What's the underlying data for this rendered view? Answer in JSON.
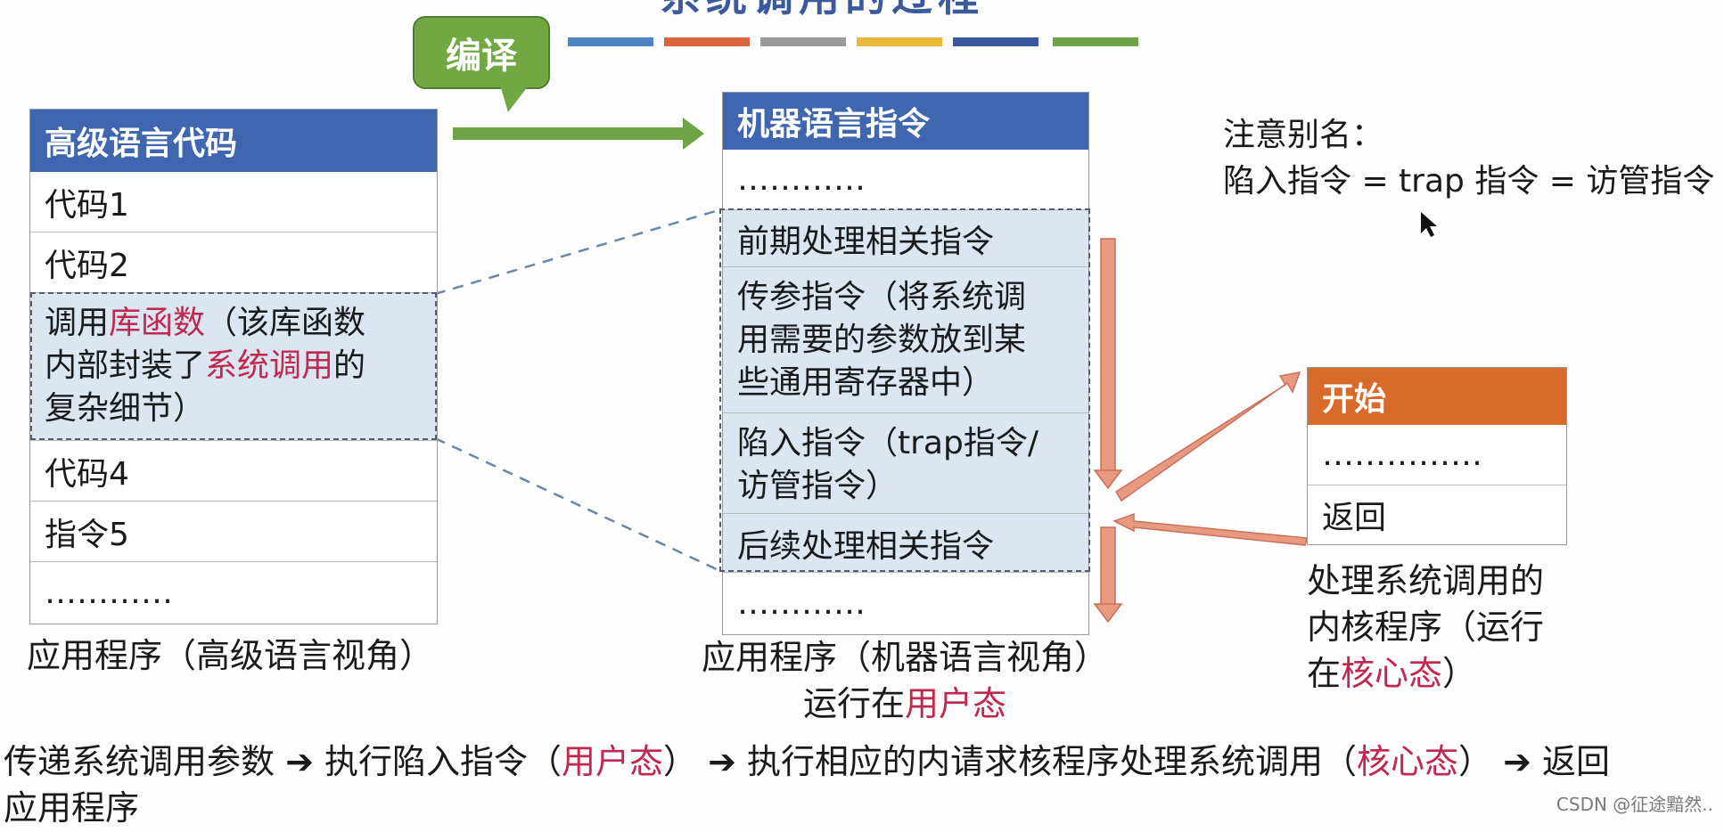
{
  "title_fragment": "系统调用的过程",
  "bubble_label": "编译",
  "colors": {
    "stripes": [
      "#4e86c4",
      "#d8653b",
      "#9a9a9a",
      "#e8b93a",
      "#3958a0",
      "#6ea445"
    ],
    "header_blue": "#3f66ae",
    "header_orange": "#d86a2a",
    "highlight": "#dce6f1",
    "emphasis_red": "#c0284e",
    "arrow_green": "#6ea445",
    "arrow_salmon": "#e79a80"
  },
  "left_table": {
    "header": "高级语言代码",
    "rows": {
      "code1": "代码1",
      "code2": "代码2",
      "call_p1": "调用",
      "call_p2": "库函数",
      "call_p3": "（该库函数",
      "call_p4": "内部封装了",
      "call_p5": "系统调用",
      "call_p6": "的",
      "call_p7": "复杂细节）",
      "code4": "代码4",
      "instr5": "指令5",
      "dots": "…………"
    },
    "caption": "应用程序（高级语言视角）"
  },
  "middle_table": {
    "header": "机器语言指令",
    "rows": {
      "dots_top": "…………",
      "pre": "前期处理相关指令",
      "param_l1": "传参指令（将系统调",
      "param_l2": "用需要的参数放到某",
      "param_l3": "些通用寄存器中）",
      "trap_l1": "陷入指令（trap指令/",
      "trap_l2": "访管指令）",
      "post": "后续处理相关指令",
      "dots_bottom": "…………"
    },
    "caption_l1": "应用程序（机器语言视角）",
    "caption_l2_a": "运行在",
    "caption_l2_b": "用户态"
  },
  "right_table": {
    "header": "开始",
    "dots": "……………",
    "return": "返回",
    "caption_l1": "处理系统调用的",
    "caption_l2": "内核程序（运行",
    "caption_l3_a": "在",
    "caption_l3_b": "核心态",
    "caption_l3_c": "）"
  },
  "alias_note": {
    "line1": "注意别名：",
    "line2": "陷入指令 = trap 指令 = 访管指令"
  },
  "bottom_text": {
    "s1": "传递系统调用参数 ➔ 执行陷入指令（",
    "s2": "用户态",
    "s3": "） ➔ 执行相应的内请求核程序处理系统调用（",
    "s4": "核心态",
    "s5": "） ➔ 返回",
    "line2": "应用程序"
  },
  "watermark": "CSDN @征途黯然.."
}
